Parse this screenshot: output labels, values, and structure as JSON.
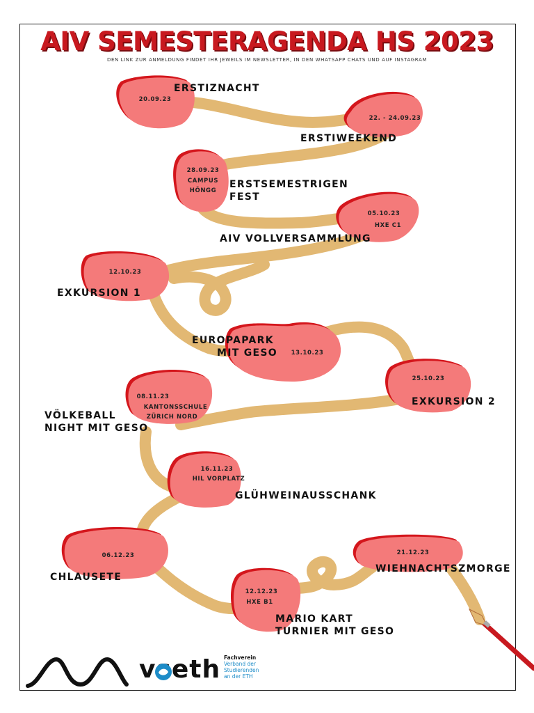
{
  "header": {
    "title": "AIV SEMESTERAGENDA HS 2023",
    "subtitle": "DEN LINK ZUR ANMELDUNG FINDET IHR JEWEILS IM NEWSLETTER, IN DEN WHATSAPP CHATS UND AUF INSTAGRAM"
  },
  "events": [
    {
      "date": "20.09.23",
      "name": "ERSTIZNACHT"
    },
    {
      "date": "22. - 24.09.23",
      "name": "ERSTIWEEKEND"
    },
    {
      "date": "28.09.23",
      "location_line1": "CAMPUS",
      "location_line2": "HÖNGG",
      "name_line1": "ERSTSEMESTRIGEN",
      "name_line2": "FEST"
    },
    {
      "date": "05.10.23",
      "location": "HXE C1",
      "name": "AIV VOLLVERSAMMLUNG"
    },
    {
      "date": "12.10.23",
      "name": "EXKURSION 1"
    },
    {
      "date": "13.10.23",
      "name_line1": "EUROPAPARK",
      "name_line2": "MIT GESO"
    },
    {
      "date": "25.10.23",
      "name": "EXKURSION 2"
    },
    {
      "date": "08.11.23",
      "location_line1": "KANTONSSCHULE",
      "location_line2": "ZÜRICH NORD",
      "name_line1": "VÖLKEBALL",
      "name_line2": "NIGHT MIT GESO"
    },
    {
      "date": "16.11.23",
      "location": "HIL VORPLATZ",
      "name": "GLÜHWEINAUSSCHANK"
    },
    {
      "date": "06.12.23",
      "name": "CHLAUSETE"
    },
    {
      "date": "12.12.23",
      "location": "HXE B1",
      "name_line1": "MARIO KART",
      "name_line2": "TURNIER MIT GESO"
    },
    {
      "date": "21.12.23",
      "name": "WIEHNACHTSZMORGE"
    }
  ],
  "footer": {
    "voeth_word": "vseth",
    "voeth_sub_head": "Fachverein",
    "voeth_sub_1": "Verband der",
    "voeth_sub_2": "Studierenden",
    "voeth_sub_3": "an der ETH"
  },
  "colors": {
    "title": "#c8191f",
    "blob": "#f47a7a",
    "blob_edge": "#d4161c",
    "path": "#e2b873",
    "vseth_blue": "#1d8cc8"
  }
}
